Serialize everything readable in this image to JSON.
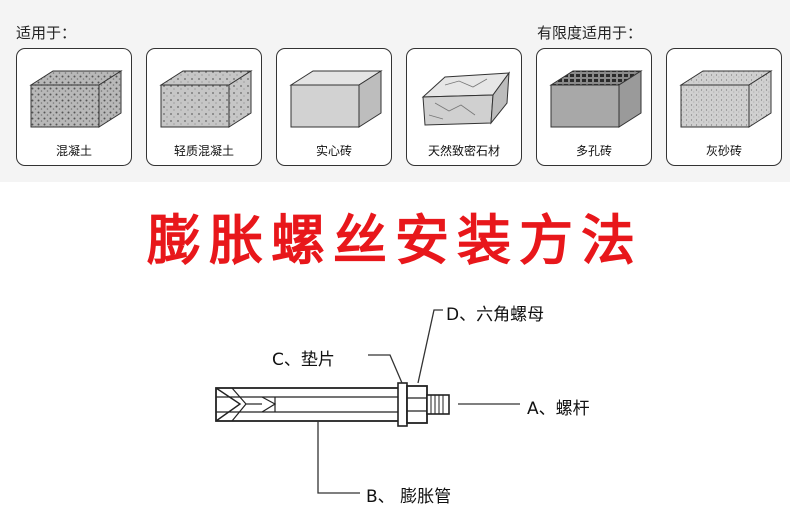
{
  "applicable": {
    "label": "适用于：",
    "materials": [
      "混凝土",
      "轻质混凝土",
      "实心砖",
      "天然致密石材"
    ]
  },
  "limited": {
    "label": "有限度适用于：",
    "materials": [
      "多孔砖",
      "灰砂砖"
    ]
  },
  "title": "膨胀螺丝安装方法",
  "parts": {
    "d": "D、六角螺母",
    "c": "C、垫片",
    "a": "A、螺杆",
    "b": "B、 膨胀管"
  },
  "colors": {
    "title": "#e8171b",
    "band": "#f4f4f4"
  }
}
